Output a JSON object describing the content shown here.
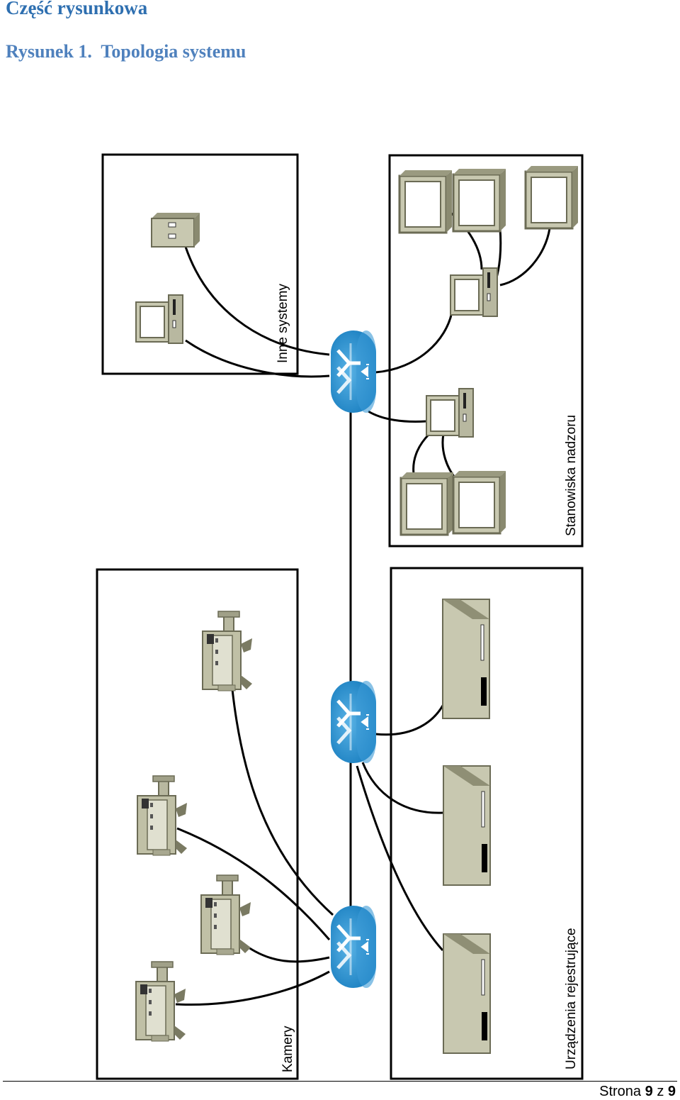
{
  "header": {
    "section_title": "Część rysunkowa",
    "figure_caption": "Rysunek 1.  Topologia systemu"
  },
  "diagram": {
    "groups": {
      "other_systems": "Inne systemy",
      "supervision": "Stanowiska nadzoru",
      "cameras": "Kamery",
      "recorders": "Urządzenia rejestrujące"
    }
  },
  "footer": {
    "prefix": "Strona",
    "page": "9",
    "separator": "z",
    "total": "9"
  }
}
